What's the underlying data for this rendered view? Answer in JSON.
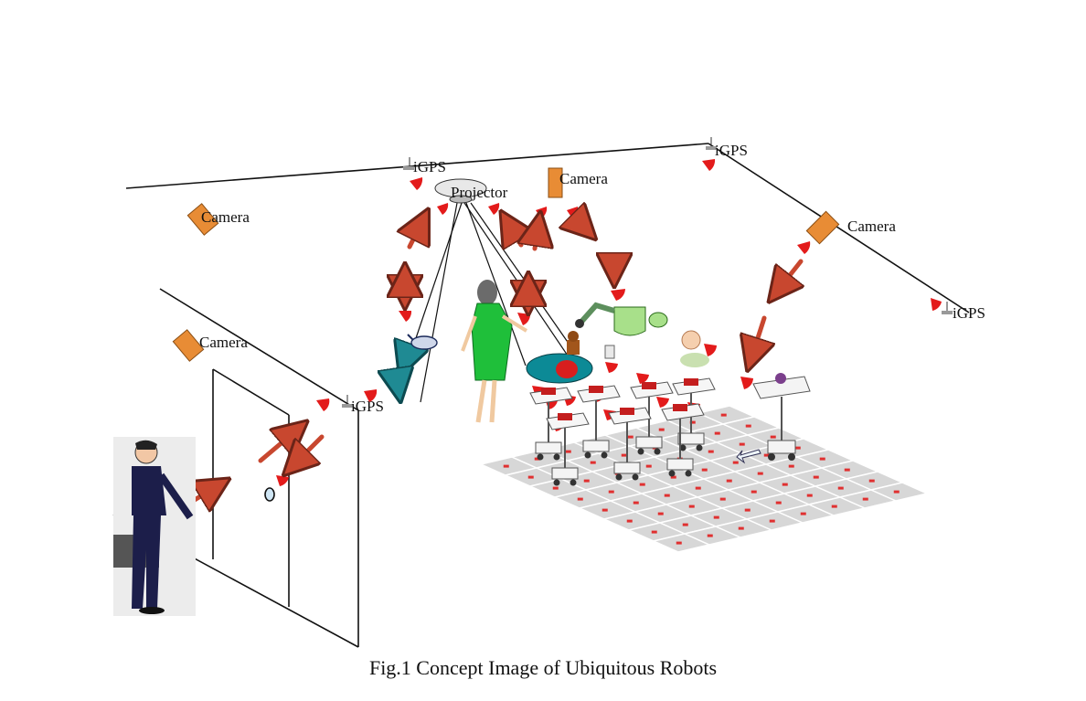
{
  "caption": "Fig.1 Concept Image of Ubiquitous Robots",
  "labels": {
    "igps": "iGPS",
    "camera": "Camera",
    "projector": "Projector"
  },
  "colors": {
    "arrow_red": "#c8472f",
    "arrow_teal": "#1f8a93",
    "signal_red": "#e31b1b",
    "camera_orange": "#e88c35",
    "floor_grid": "#d7d7d7"
  }
}
